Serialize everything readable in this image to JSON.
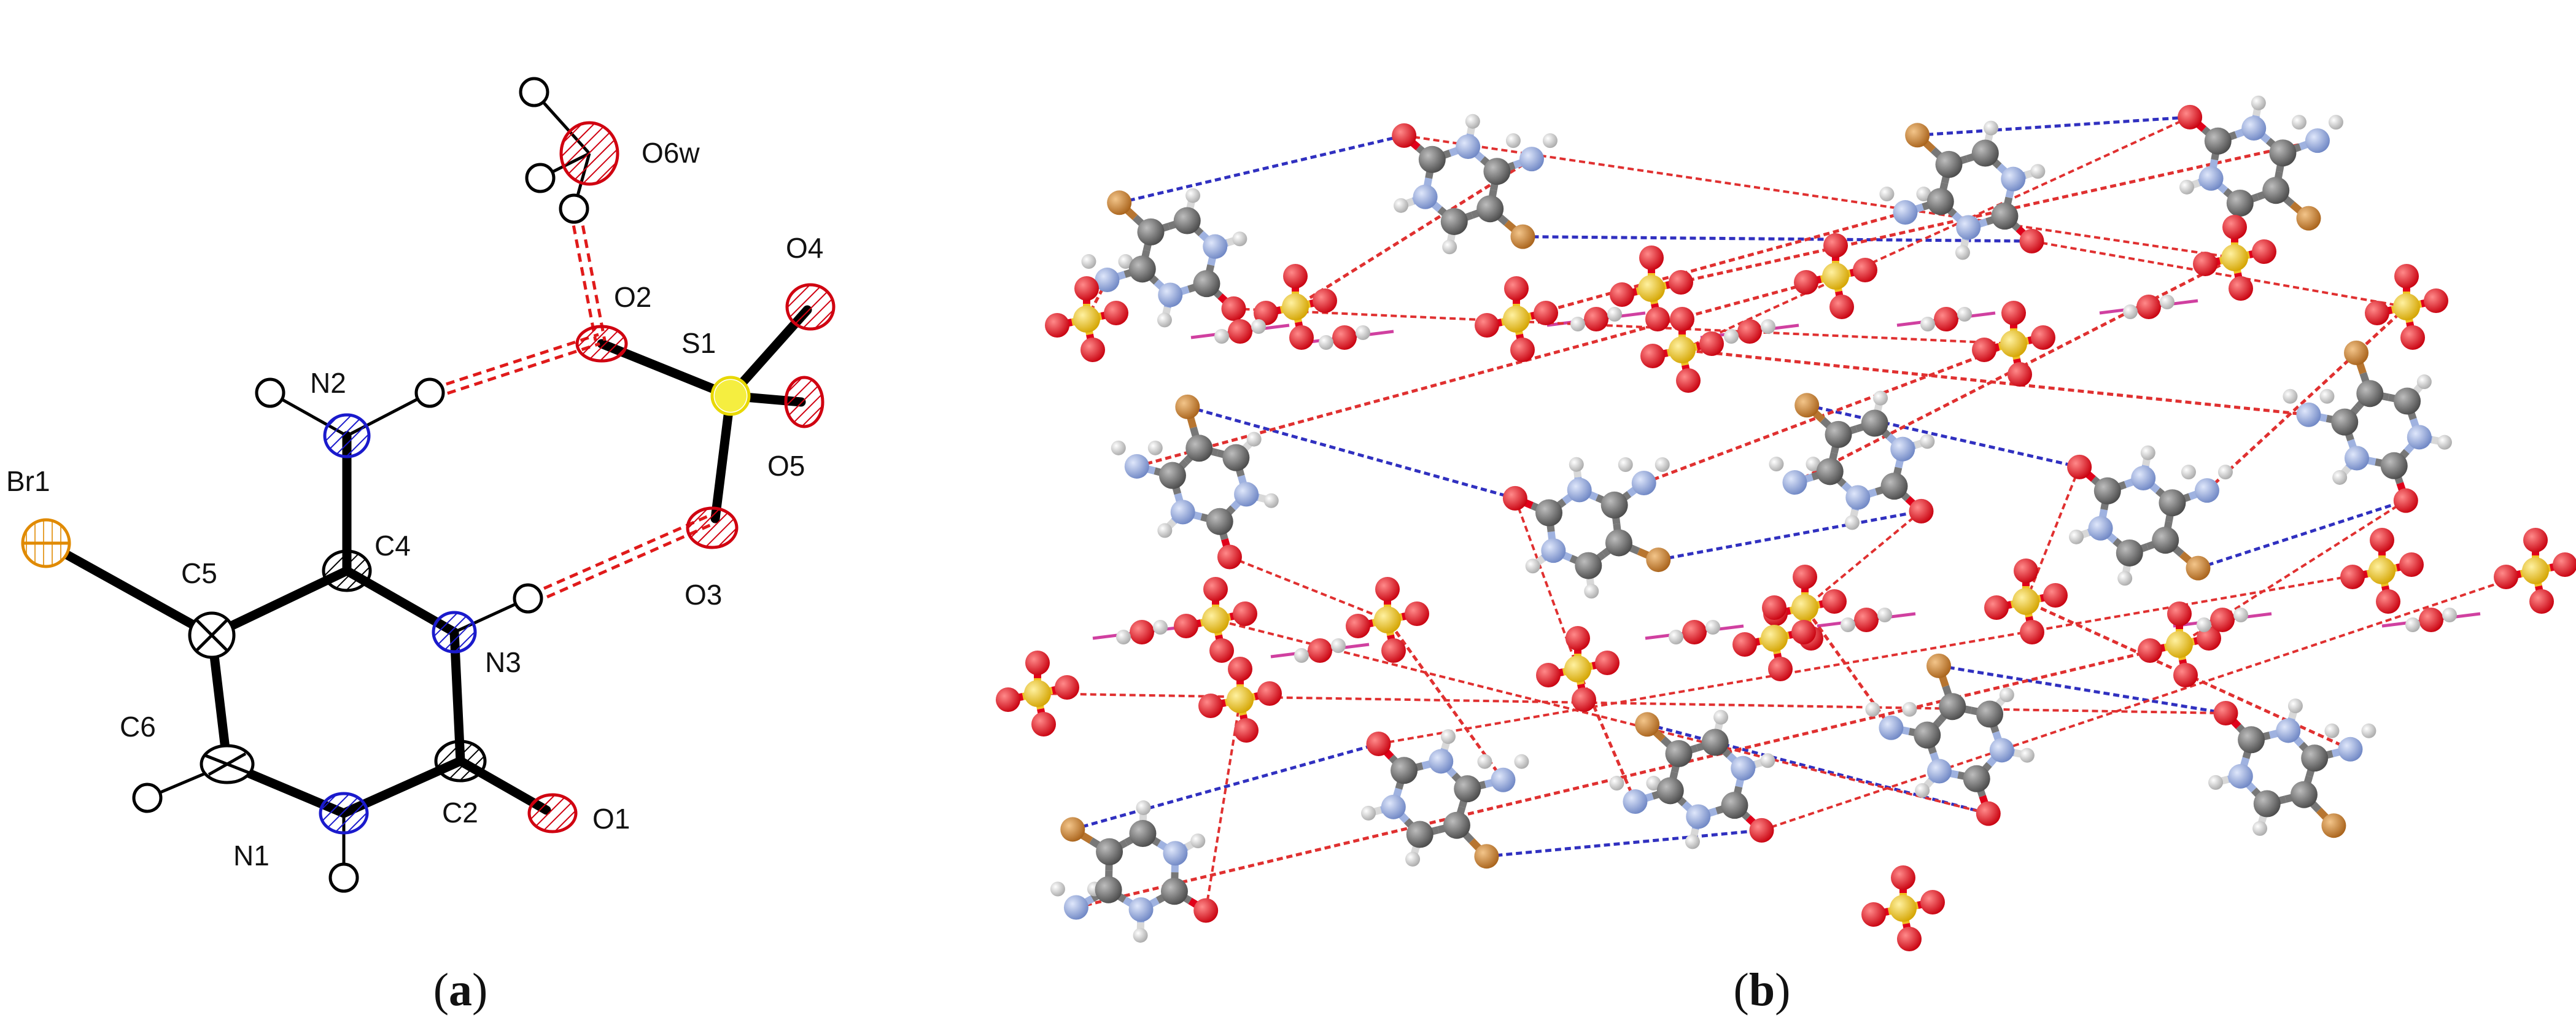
{
  "panel_a": {
    "label_open": "(",
    "label_letter": "a",
    "label_close": ")",
    "atoms": {
      "br1": "Br1",
      "c5": "C5",
      "c4": "C4",
      "n2": "N2",
      "n3": "N3",
      "c2": "C2",
      "o1": "O1",
      "n1": "N1",
      "c6": "C6",
      "o2": "O2",
      "s1": "S1",
      "o4": "O4",
      "o5": "O5",
      "o3": "O3",
      "o6w": "O6w"
    }
  },
  "panel_b": {
    "label_open": "(",
    "label_letter": "b",
    "label_close": ")"
  },
  "colors": {
    "carbon": "#6e6e6e",
    "nitrogen": "#8fa6d8",
    "oxygen": "#e0001a",
    "sulfur": "#f0c020",
    "bromine": "#c07a2a",
    "hydrogen": "#e6e6e6",
    "hbond_red": "#e03030",
    "hbond_blue": "#3030c0",
    "hbond_magenta": "#d040a0"
  }
}
